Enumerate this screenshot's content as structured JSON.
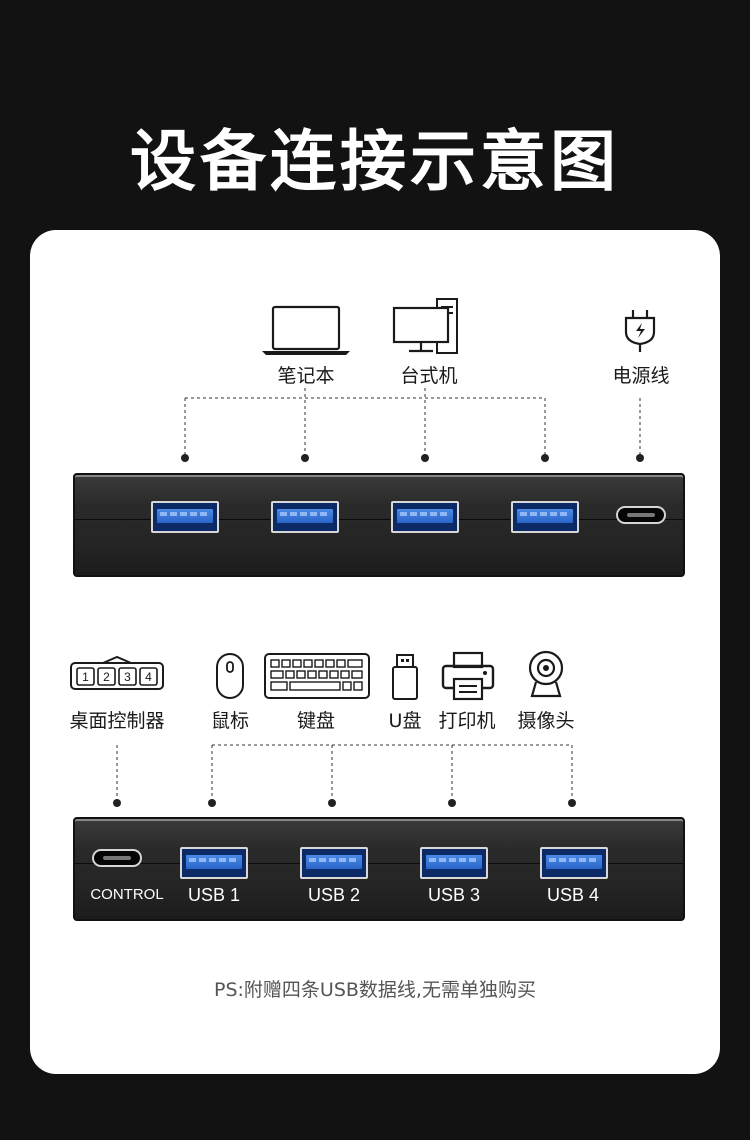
{
  "title": "设备连接示意图",
  "top_devices": [
    {
      "label": "笔记本",
      "icon": "laptop-icon"
    },
    {
      "label": "台式机",
      "icon": "desktop-computer-icon"
    },
    {
      "label": "电源线",
      "icon": "power-plug-icon"
    }
  ],
  "bottom_devices": [
    {
      "label": "桌面控制器",
      "icon": "desktop-controller-icon",
      "keys": [
        "1",
        "2",
        "3",
        "4"
      ]
    },
    {
      "label": "鼠标",
      "icon": "mouse-icon"
    },
    {
      "label": "键盘",
      "icon": "keyboard-icon"
    },
    {
      "label": "U盘",
      "icon": "usb-flash-drive-icon"
    },
    {
      "label": "打印机",
      "icon": "printer-icon"
    },
    {
      "label": "摄像头",
      "icon": "webcam-icon"
    }
  ],
  "bottom_ports": [
    "CONTROL",
    "USB 1",
    "USB 2",
    "USB 3",
    "USB 4"
  ],
  "note": "PS:附赠四条USB数据线,无需单独购买",
  "colors": {
    "background": "#121212",
    "card": "#ffffff",
    "usb_blue": "#2a64c9",
    "hub": "#2a2a2a"
  }
}
